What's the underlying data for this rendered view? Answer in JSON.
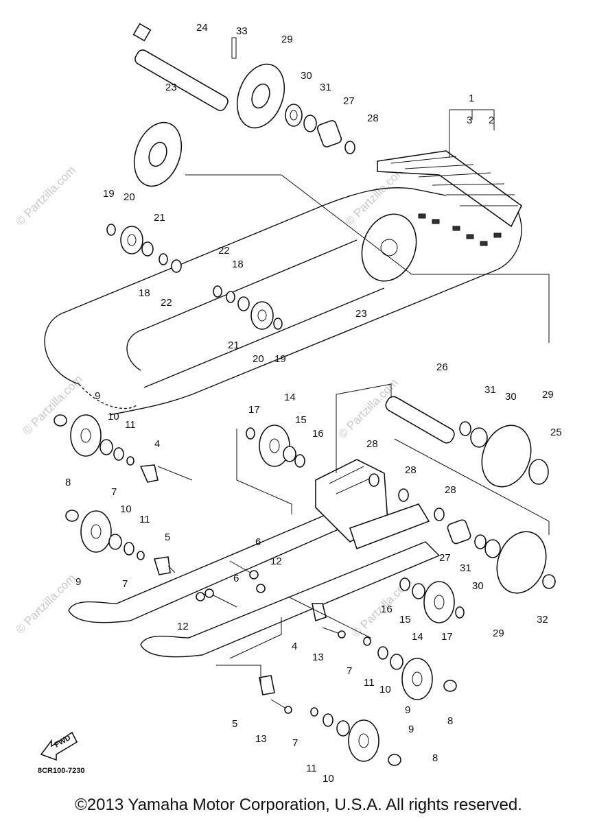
{
  "diagram": {
    "catalog_code": "8CR100-7230",
    "fwd_label": "FWD",
    "watermark_text": "© Partzilla.com",
    "copyright": "©2013 Yamaha Motor Corporation, U.S.A. All rights reserved.",
    "part_labels": [
      {
        "id": "l24",
        "text": "24"
      },
      {
        "id": "l33",
        "text": "33"
      },
      {
        "id": "l29a",
        "text": "29"
      },
      {
        "id": "l23a",
        "text": "23"
      },
      {
        "id": "l30a",
        "text": "30"
      },
      {
        "id": "l31a",
        "text": "31"
      },
      {
        "id": "l27a",
        "text": "27"
      },
      {
        "id": "l28a",
        "text": "28"
      },
      {
        "id": "l1",
        "text": "1"
      },
      {
        "id": "l3",
        "text": "3"
      },
      {
        "id": "l2",
        "text": "2"
      },
      {
        "id": "l19a",
        "text": "19"
      },
      {
        "id": "l20a",
        "text": "20"
      },
      {
        "id": "l21a",
        "text": "21"
      },
      {
        "id": "l18a",
        "text": "18"
      },
      {
        "id": "l22a",
        "text": "22"
      },
      {
        "id": "l22b",
        "text": "22"
      },
      {
        "id": "l18b",
        "text": "18"
      },
      {
        "id": "l23b",
        "text": "23"
      },
      {
        "id": "l21b",
        "text": "21"
      },
      {
        "id": "l20b",
        "text": "20"
      },
      {
        "id": "l19b",
        "text": "19"
      },
      {
        "id": "l26",
        "text": "26"
      },
      {
        "id": "l31b",
        "text": "31"
      },
      {
        "id": "l30b",
        "text": "30"
      },
      {
        "id": "l29b",
        "text": "29"
      },
      {
        "id": "l25",
        "text": "25"
      },
      {
        "id": "l9a",
        "text": "9"
      },
      {
        "id": "l10a",
        "text": "10"
      },
      {
        "id": "l11a",
        "text": "11"
      },
      {
        "id": "l4a",
        "text": "4"
      },
      {
        "id": "l7a",
        "text": "7"
      },
      {
        "id": "l17a",
        "text": "17"
      },
      {
        "id": "l14a",
        "text": "14"
      },
      {
        "id": "l15a",
        "text": "15"
      },
      {
        "id": "l16a",
        "text": "16"
      },
      {
        "id": "l28b",
        "text": "28"
      },
      {
        "id": "l28c",
        "text": "28"
      },
      {
        "id": "l28d",
        "text": "28"
      },
      {
        "id": "l8a",
        "text": "8"
      },
      {
        "id": "l10b",
        "text": "10"
      },
      {
        "id": "l11b",
        "text": "11"
      },
      {
        "id": "l9b",
        "text": "9"
      },
      {
        "id": "l5a",
        "text": "5"
      },
      {
        "id": "l7b",
        "text": "7"
      },
      {
        "id": "l6a",
        "text": "6"
      },
      {
        "id": "l12a",
        "text": "12"
      },
      {
        "id": "l6b",
        "text": "6"
      },
      {
        "id": "l12b",
        "text": "12"
      },
      {
        "id": "l27b",
        "text": "27"
      },
      {
        "id": "l31c",
        "text": "31"
      },
      {
        "id": "l30c",
        "text": "30"
      },
      {
        "id": "l32",
        "text": "32"
      },
      {
        "id": "l29c",
        "text": "29"
      },
      {
        "id": "l16b",
        "text": "16"
      },
      {
        "id": "l15b",
        "text": "15"
      },
      {
        "id": "l14b",
        "text": "14"
      },
      {
        "id": "l17b",
        "text": "17"
      },
      {
        "id": "l4b",
        "text": "4"
      },
      {
        "id": "l13a",
        "text": "13"
      },
      {
        "id": "l7c",
        "text": "7"
      },
      {
        "id": "l11c",
        "text": "11"
      },
      {
        "id": "l10c",
        "text": "10"
      },
      {
        "id": "l9c",
        "text": "9"
      },
      {
        "id": "l8b",
        "text": "8"
      },
      {
        "id": "l5b",
        "text": "5"
      },
      {
        "id": "l13b",
        "text": "13"
      },
      {
        "id": "l7d",
        "text": "7"
      },
      {
        "id": "l9d",
        "text": "9"
      },
      {
        "id": "l11d",
        "text": "11"
      },
      {
        "id": "l10d",
        "text": "10"
      },
      {
        "id": "l8c",
        "text": "8"
      }
    ]
  }
}
